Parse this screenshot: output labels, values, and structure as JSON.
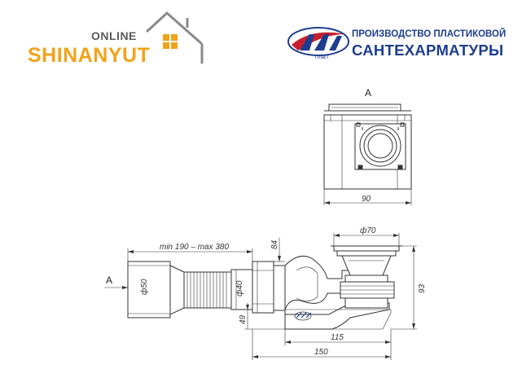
{
  "logo_left": {
    "online": "ONLINE",
    "brand": "SHINANYUT"
  },
  "logo_right": {
    "line1": "ПРОИЗВОДСТВО ПЛАСТИКОВОЙ",
    "line2": "САНТЕХАРМАТУРЫ",
    "badge": "Пласт"
  },
  "view_top": {
    "label": "A",
    "dim_width": "90"
  },
  "view_side": {
    "label_a": "A",
    "dim_length": "min 190 – max 380",
    "dim_d50": "ф50",
    "dim_d40": "ф40",
    "dim_d70": "ф70",
    "dim_84": "84",
    "dim_93": "93",
    "dim_49": "49",
    "dim_115": "115",
    "dim_150": "150"
  },
  "colors": {
    "brand_orange": "#f2a21a",
    "brand_blue": "#1d3d8f",
    "online_gray": "#5a5a5a",
    "line": "#333333"
  }
}
